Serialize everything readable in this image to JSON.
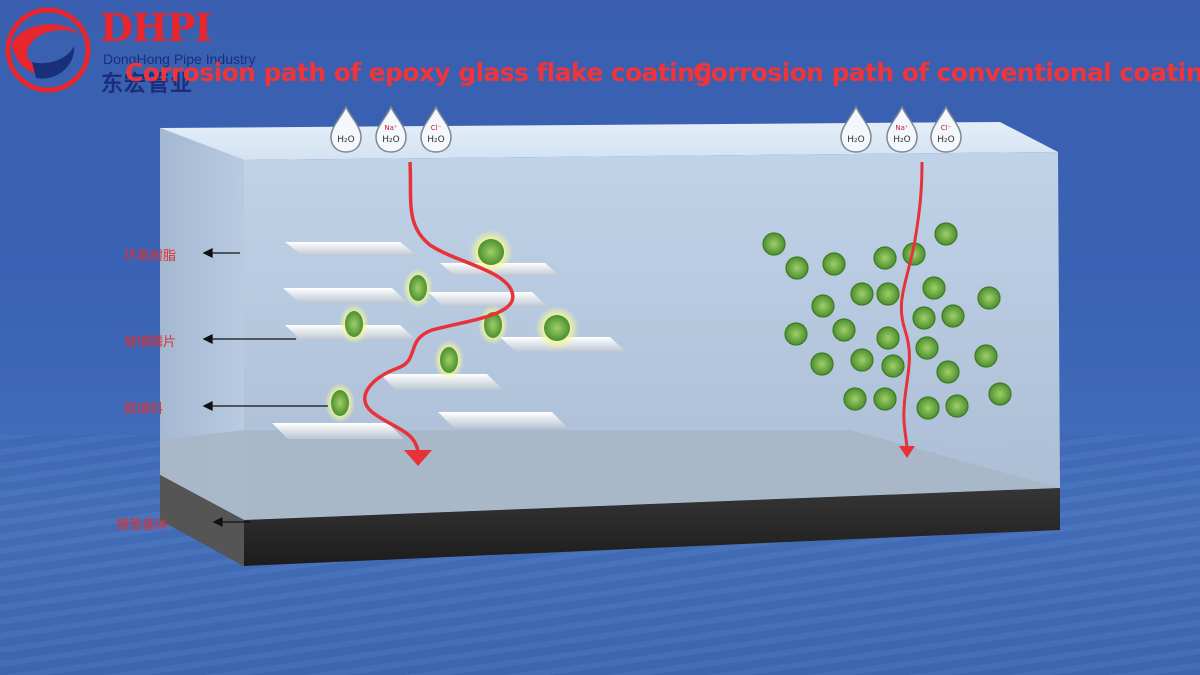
{
  "logo": {
    "mark": "DHPI",
    "english": "DongHong Pipe Industry",
    "chinese": "东宏管业"
  },
  "titles": {
    "left": "Corrosion path of epoxy glass flake coating",
    "right": "Corrosion path of conventional coating"
  },
  "drops": {
    "left": [
      "H₂O",
      "Na⁺ H₂O",
      "Cl⁻ H₂O"
    ],
    "right": [
      "H₂O",
      "Na⁺ H₂O",
      "Cl⁻ H₂O"
    ]
  },
  "labels": {
    "resin": "环氧树脂",
    "flake": "玻璃鳞片",
    "filler": "颜填料",
    "substrate": "钢管基体"
  },
  "colors": {
    "title_red": "#f0353a",
    "path_red": "#e8323a",
    "particle_green": "#5fa83a",
    "glow_yellow": "#e6f07a"
  }
}
